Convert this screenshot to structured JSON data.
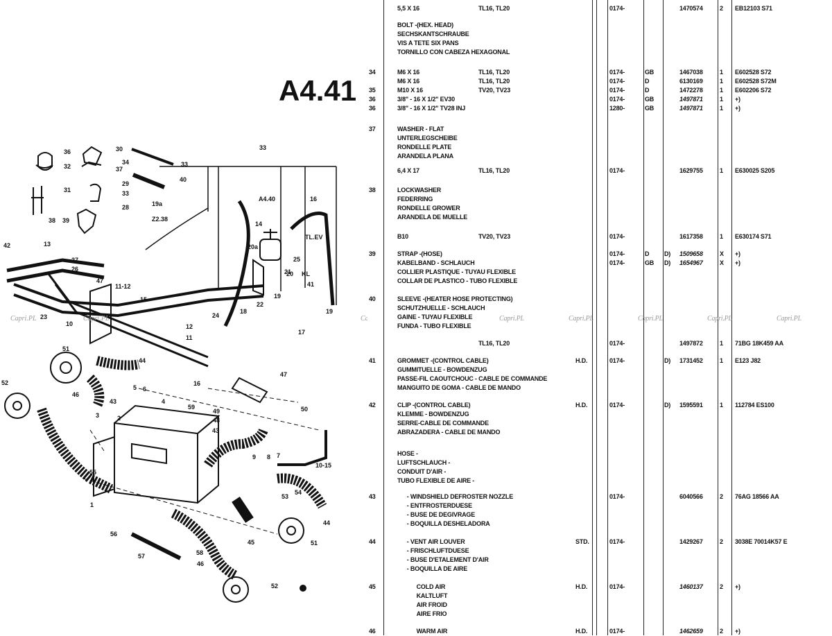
{
  "plate": {
    "number": "A4.41"
  },
  "diagram": {
    "callouts": [
      "36",
      "32",
      "30",
      "34",
      "37",
      "33",
      "40",
      "31",
      "29",
      "33",
      "38",
      "39",
      "28",
      "33",
      "19a",
      "Z2.38",
      "A4.40",
      "16",
      "14",
      "TL.EV",
      "42",
      "13",
      "27",
      "26",
      "25",
      "20a",
      "19",
      "22",
      "21",
      "20",
      "KL",
      "47",
      "11-12",
      "15",
      "23",
      "10",
      "12",
      "11",
      "24",
      "18",
      "17",
      "41",
      "19",
      "51",
      "44",
      "52",
      "46",
      "43",
      "5",
      "6",
      "3",
      "2",
      "4",
      "59",
      "16",
      "49",
      "48",
      "47",
      "50",
      "43",
      "55",
      "8",
      "9",
      "7",
      "10-15",
      "53",
      "54",
      "1",
      "44",
      "56",
      "51",
      "45",
      "57",
      "58",
      "46",
      "52"
    ],
    "references": [
      "Z2.38",
      "A4.40"
    ]
  },
  "watermark": "Capri.PL",
  "rows": [
    {
      "ref": "",
      "desc": [
        "5,5 X 16"
      ],
      "model": "TL16, TL20",
      "cond": "",
      "year": "0174-",
      "code": "",
      "flag": "",
      "part": "1470574",
      "qty": "2",
      "note": "EB12103 S71"
    },
    {
      "ref": "",
      "desc": [
        "BOLT -(HEX. HEAD)",
        "SECHSKANTSCHRAUBE",
        "VIS A TETE SIX PANS",
        "TORNILLO CON CABEZA HEXAGONAL"
      ],
      "model": "",
      "cond": "",
      "year": "",
      "code": "",
      "flag": "",
      "part": "",
      "qty": "",
      "note": ""
    },
    {
      "ref": "34",
      "desc": [
        "M6 X 16"
      ],
      "model": "TL16, TL20",
      "cond": "",
      "year": "0174-",
      "code": "GB",
      "flag": "",
      "part": "1467038",
      "qty": "1",
      "note": "E602528 S72"
    },
    {
      "ref": "",
      "desc": [
        "M6 X 16"
      ],
      "model": "TL16, TL20",
      "cond": "",
      "year": "0174-",
      "code": "D",
      "flag": "",
      "part": "6130169",
      "qty": "1",
      "note": "E602528 S72M"
    },
    {
      "ref": "35",
      "desc": [
        "M10 X 16"
      ],
      "model": "TV20, TV23",
      "cond": "",
      "year": "0174-",
      "code": "D",
      "flag": "",
      "part": "1472278",
      "qty": "1",
      "note": "E602206 S72"
    },
    {
      "ref": "36",
      "desc": [
        "3/8\" - 16 X 1/2\" EV30"
      ],
      "model": "",
      "cond": "",
      "year": "0174-",
      "code": "GB",
      "flag": "",
      "part": "1497871",
      "qty": "1",
      "note": "+)"
    },
    {
      "ref": "36",
      "desc": [
        "3/8\" - 16 X 1/2\" TV28 INJ"
      ],
      "model": "",
      "cond": "",
      "year": "1280-",
      "code": "GB",
      "flag": "",
      "part": "1497871",
      "qty": "1",
      "note": "+)"
    },
    {
      "ref": "37",
      "desc": [
        "WASHER - FLAT",
        "UNTERLEGSCHEIBE",
        "RONDELLE PLATE",
        "ARANDELA PLANA"
      ],
      "model": "",
      "cond": "",
      "year": "",
      "code": "",
      "flag": "",
      "part": "",
      "qty": "",
      "note": ""
    },
    {
      "ref": "",
      "desc": [
        "6,4 X 17"
      ],
      "model": "TL16, TL20",
      "cond": "",
      "year": "0174-",
      "code": "",
      "flag": "",
      "part": "1629755",
      "qty": "1",
      "note": "E630025 S205"
    },
    {
      "ref": "38",
      "desc": [
        "LOCKWASHER",
        "FEDERRING",
        "RONDELLE GROWER",
        "ARANDELA DE MUELLE"
      ],
      "model": "",
      "cond": "",
      "year": "",
      "code": "",
      "flag": "",
      "part": "",
      "qty": "",
      "note": ""
    },
    {
      "ref": "",
      "desc": [
        "B10"
      ],
      "model": "TV20, TV23",
      "cond": "",
      "year": "0174-",
      "code": "",
      "flag": "",
      "part": "1617358",
      "qty": "1",
      "note": "E630174 S71"
    },
    {
      "ref": "39",
      "desc": [
        "STRAP -(HOSE)",
        "KABELBAND - SCHLAUCH",
        "COLLIER PLASTIQUE - TUYAU FLEXIBLE",
        "COLLAR DE PLASTICO - TUBO FLEXIBLE"
      ],
      "model": "",
      "cond": "",
      "year": "0174-",
      "code": "D",
      "flag": "D)",
      "part": "1509658",
      "qty": "X",
      "note": "+)"
    },
    {
      "ref": "",
      "desc": [
        ""
      ],
      "model": "",
      "cond": "",
      "year": "0174-",
      "code": "GB",
      "flag": "D)",
      "part": "1654967",
      "qty": "X",
      "note": "+)"
    },
    {
      "ref": "40",
      "desc": [
        "SLEEVE -(HEATER HOSE PROTECTING)",
        "SCHUTZHUELLE - SCHLAUCH",
        "GAINE - TUYAU FLEXIBLE",
        "FUNDA - TUBO FLEXIBLE"
      ],
      "model": "",
      "cond": "",
      "year": "",
      "code": "",
      "flag": "",
      "part": "",
      "qty": "",
      "note": ""
    },
    {
      "ref": "",
      "desc": [
        ""
      ],
      "model": "TL16, TL20",
      "cond": "",
      "year": "0174-",
      "code": "",
      "flag": "",
      "part": "1497872",
      "qty": "1",
      "note": "71BG 18K459 AA"
    },
    {
      "ref": "41",
      "desc": [
        "GROMMET -(CONTROL CABLE)",
        "GUMMITUELLE - BOWDENZUG",
        "PASSE-FIL CAOUTCHOUC - CABLE DE COMMANDE",
        "MANGUITO DE GOMA - CABLE DE MANDO"
      ],
      "model": "",
      "cond": "H.D.",
      "year": "0174-",
      "code": "",
      "flag": "D)",
      "part": "1731452",
      "qty": "1",
      "note": "E123 J82"
    },
    {
      "ref": "42",
      "desc": [
        "CLIP -(CONTROL CABLE)",
        "KLEMME - BOWDENZUG",
        "SERRE-CABLE DE COMMANDE",
        "ABRAZADERA - CABLE DE MANDO"
      ],
      "model": "",
      "cond": "H.D.",
      "year": "0174-",
      "code": "",
      "flag": "D)",
      "part": "1595591",
      "qty": "1",
      "note": "112784 ES100"
    },
    {
      "ref": "",
      "desc": [
        "HOSE -",
        "LUFTSCHLAUCH -",
        "CONDUIT D'AIR -",
        "TUBO FLEXIBLE DE AIRE -"
      ],
      "model": "",
      "cond": "",
      "year": "",
      "code": "",
      "flag": "",
      "part": "",
      "qty": "",
      "note": ""
    },
    {
      "ref": "43",
      "desc": [
        "   - WINDSHIELD DEFROSTER NOZZLE",
        "   - ENTFROSTERDUESE",
        "   - BUSE DE DEGIVRAGE",
        "   - BOQUILLA DESHELADORA"
      ],
      "model": "",
      "cond": "",
      "year": "0174-",
      "code": "",
      "flag": "",
      "part": "6040566",
      "qty": "2",
      "note": "76AG 18566 AA"
    },
    {
      "ref": "44",
      "desc": [
        "   - VENT AIR LOUVER",
        "   - FRISCHLUFTDUESE",
        "   - BUSE D'ETALEMENT D'AIR",
        "   - BOQUILLA DE AIRE"
      ],
      "model": "",
      "cond": "STD.",
      "year": "0174-",
      "code": "",
      "flag": "",
      "part": "1429267",
      "qty": "2",
      "note": "3038E 70014K57 E"
    },
    {
      "ref": "45",
      "desc": [
        "      COLD AIR",
        "      KALTLUFT",
        "      AIR FROID",
        "      AIRE FRIO"
      ],
      "model": "",
      "cond": "H.D.",
      "year": "0174-",
      "code": "",
      "flag": "",
      "part": "1460137",
      "qty": "2",
      "note": "+)"
    },
    {
      "ref": "46",
      "desc": [
        "      WARM AIR"
      ],
      "model": "",
      "cond": "H.D.",
      "year": "0174-",
      "code": "",
      "flag": "",
      "part": "1462659",
      "qty": "2",
      "note": "+)"
    }
  ]
}
